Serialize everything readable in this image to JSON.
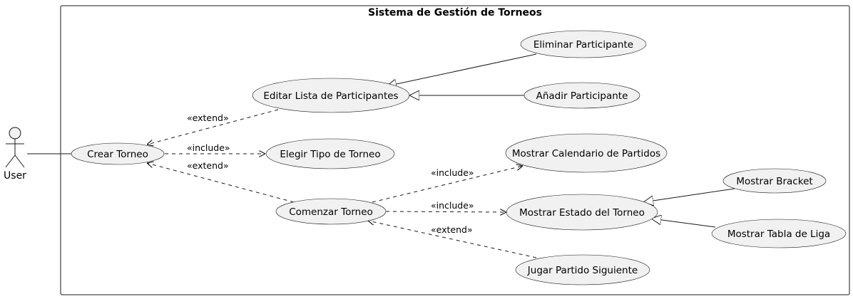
{
  "system": {
    "title": "Sistema de Gestión de Torneos"
  },
  "actor": {
    "label": "User"
  },
  "use_cases": {
    "crear_torneo": "Crear Torneo",
    "editar_lista": "Editar Lista de Participantes",
    "eliminar_participante": "Eliminar Participante",
    "anadir_participante": "Añadir Participante",
    "elegir_tipo": "Elegir Tipo de Torneo",
    "mostrar_calendario": "Mostrar Calendario de Partidos",
    "comenzar_torneo": "Comenzar Torneo",
    "mostrar_estado": "Mostrar Estado del Torneo",
    "mostrar_bracket": "Mostrar Bracket",
    "mostrar_tabla": "Mostrar Tabla de Liga",
    "jugar_partido": "Jugar Partido Siguiente"
  },
  "relations": {
    "extend": "«extend»",
    "include": "«include»"
  }
}
